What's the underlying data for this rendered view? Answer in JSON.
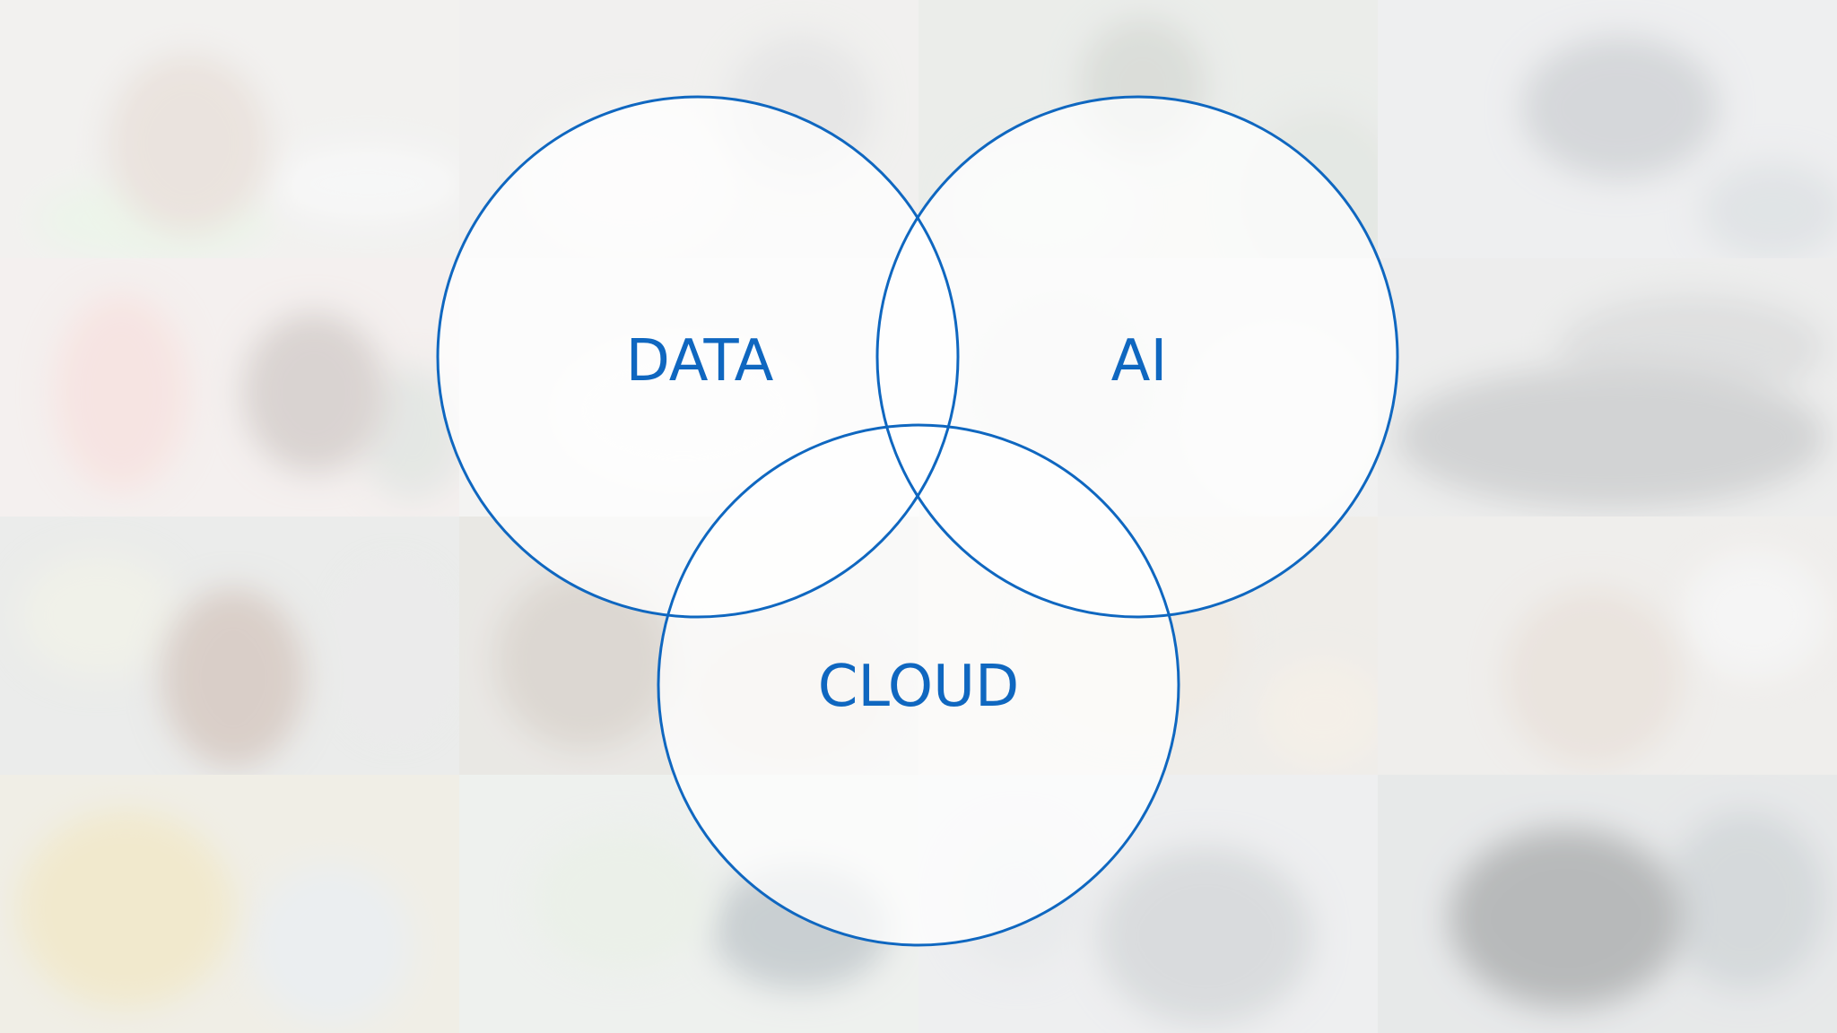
{
  "diagram": {
    "type": "venn",
    "stroke_color": "#0f67c0",
    "fill_color": "#ffffff",
    "circles": [
      {
        "id": "data",
        "label": "DATA"
      },
      {
        "id": "ai",
        "label": "AI"
      },
      {
        "id": "cloud",
        "label": "CLOUD"
      }
    ]
  },
  "background": {
    "style": "washed-out photo collage",
    "tile_colors": [
      "#dcdad6",
      "#d9d8d4",
      "#c9cfc8",
      "#d2d4d8",
      "#e3d7d4",
      "#e0dfdc",
      "#d7d8d7",
      "#cfd0cf",
      "#c9ccc9",
      "#c6c1b8",
      "#d4cfc6",
      "#d6d2cc",
      "#d8d3bd",
      "#d3d9d3",
      "#d2d4d8",
      "#bfc3c6"
    ]
  }
}
